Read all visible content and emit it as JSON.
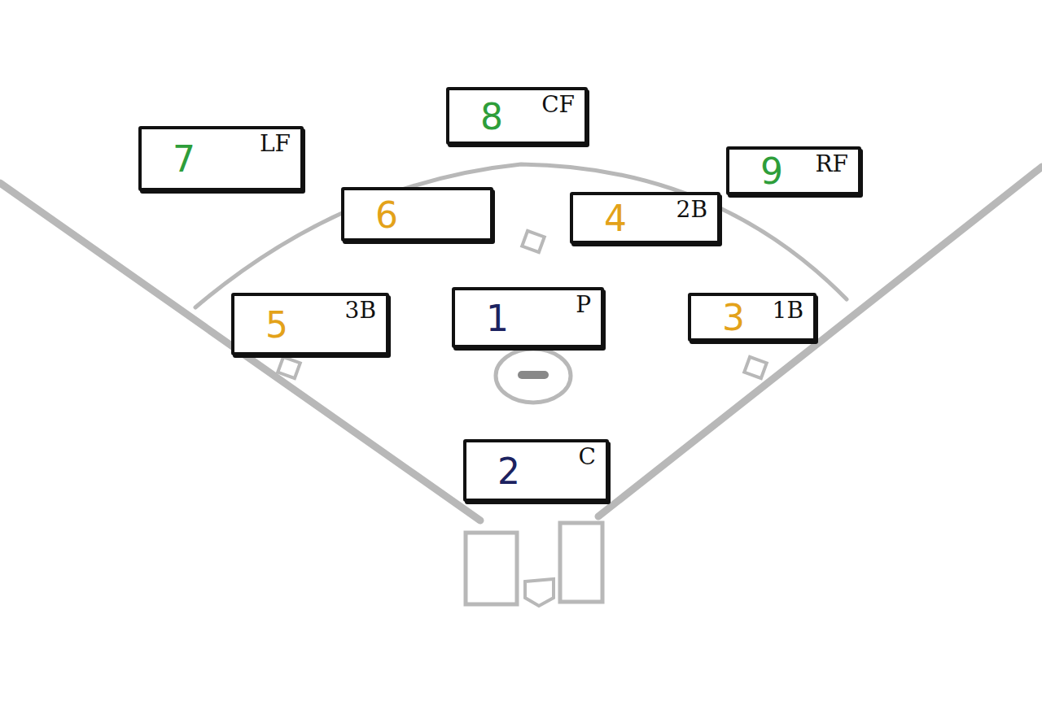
{
  "diagram": {
    "nodes": [
      {
        "text": [
          "8",
          "CF"
        ]
      },
      {
        "text": [
          "7",
          "LF"
        ]
      },
      {
        "text": [
          "9",
          "RF"
        ]
      },
      {
        "text": [
          "6"
        ]
      },
      {
        "text": [
          "4",
          "2B"
        ]
      },
      {
        "text": [
          "5",
          "3B"
        ]
      },
      {
        "text": [
          "1",
          "P"
        ]
      },
      {
        "text": [
          "3",
          "1B"
        ]
      },
      {
        "text": [
          "2",
          "C"
        ]
      }
    ]
  }
}
